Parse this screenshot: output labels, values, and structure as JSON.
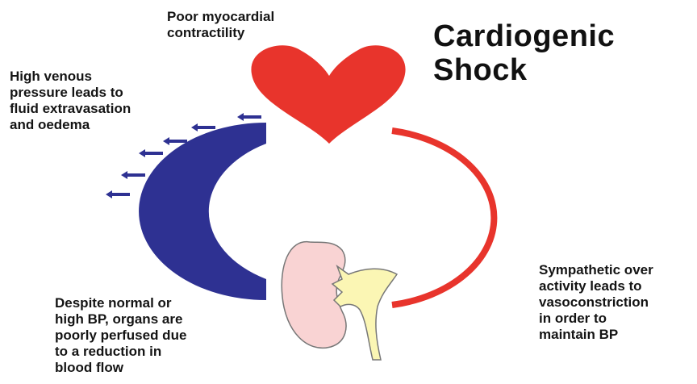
{
  "title": {
    "line1": "Cardiogenic",
    "line2": "Shock"
  },
  "labels": {
    "heart": [
      "Poor myocardial",
      "contractility"
    ],
    "venous": [
      "High venous",
      "pressure leads to",
      "fluid extravasation",
      "and oedema"
    ],
    "sympathetic": [
      "Sympathetic over",
      "activity leads to",
      "vasoconstriction",
      "in order to",
      "maintain BP"
    ],
    "organs": [
      "Despite normal or",
      "high BP, organs are",
      "poorly perfused due",
      "to a reduction in",
      "blood flow"
    ]
  },
  "colors": {
    "heart": "#e8342c",
    "arterial_arc": "#e8342c",
    "venous_arc": "#2e3192",
    "kidney": "#f9d3d3",
    "ureter": "#fbf6b4",
    "outline": "#777777"
  },
  "icons": {
    "heart": "heart-icon",
    "kidney": "kidney-icon",
    "arrows": "leftward-arrow-icon"
  }
}
